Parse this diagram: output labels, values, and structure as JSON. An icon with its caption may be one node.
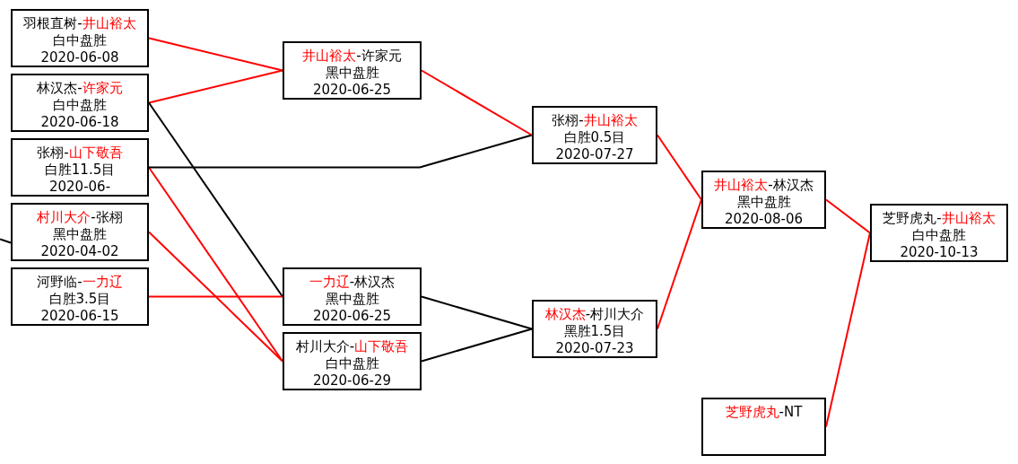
{
  "diagram": {
    "nodes": [
      {
        "text": [
          "羽根直树-",
          "井山裕太",
          "白中盘胜",
          "2020-06-08"
        ]
      },
      {
        "text": [
          "林汉杰-",
          "许家元",
          "白中盘胜",
          "2020-06-18"
        ]
      },
      {
        "text": [
          "张栩-",
          "山下敬吾",
          "白胜11.5目",
          "2020-06-"
        ]
      },
      {
        "text": [
          "村川大介",
          "-张栩",
          "黑中盘胜",
          "2020-04-02"
        ]
      },
      {
        "text": [
          "河野临-",
          "一力辽",
          "白胜3.5目",
          "2020-06-15"
        ]
      },
      {
        "text": [
          "井山裕太",
          "-许家元",
          "黑中盘胜",
          "2020-06-25"
        ]
      },
      {
        "text": [
          "一力辽",
          "-林汉杰",
          "黑中盘胜",
          "2020-06-25"
        ]
      },
      {
        "text": [
          "村川大介-",
          "山下敬吾",
          "白中盘胜",
          "2020-06-29"
        ]
      },
      {
        "text": [
          "张栩-",
          "井山裕太",
          "白胜0.5目",
          "2020-07-27"
        ]
      },
      {
        "text": [
          "林汉杰",
          "-村川大介",
          "黑胜1.5目",
          "2020-07-23"
        ]
      },
      {
        "text": [
          "井山裕太",
          "-林汉杰",
          "黑中盘胜",
          "2020-08-06"
        ]
      },
      {
        "text": [
          "芝野虎丸-",
          "井山裕太",
          "白中盘胜",
          "2020-10-13"
        ]
      },
      {
        "text": [
          "芝野虎丸",
          "-NT"
        ]
      }
    ],
    "edges": [
      {
        "from": 0,
        "to": 5,
        "arrow": "none"
      },
      {
        "from": 1,
        "to": 5,
        "arrow": "none"
      },
      {
        "from": 1,
        "to": 6,
        "arrow": "none",
        "color": "#000000"
      },
      {
        "from": 2,
        "to": 7,
        "arrow": "none"
      },
      {
        "from": 2,
        "to": 8,
        "arrow": "none",
        "color": "#000000"
      },
      {
        "from": 3,
        "to": 7,
        "arrow": "none"
      },
      {
        "from": 3,
        "to": null,
        "arrow": "none",
        "color": "#000000"
      },
      {
        "from": 4,
        "to": 6,
        "arrow": "none"
      },
      {
        "from": 5,
        "to": 8,
        "arrow": "none"
      },
      {
        "from": 6,
        "to": 9,
        "arrow": "none",
        "color": "#000000"
      },
      {
        "from": 7,
        "to": 9,
        "arrow": "none",
        "color": "#000000"
      },
      {
        "from": 8,
        "to": 10,
        "arrow": "none"
      },
      {
        "from": 9,
        "to": 10,
        "arrow": "none"
      },
      {
        "from": 10,
        "to": 11,
        "arrow": "none"
      },
      {
        "from": 12,
        "to": 11,
        "arrow": "none"
      }
    ]
  }
}
